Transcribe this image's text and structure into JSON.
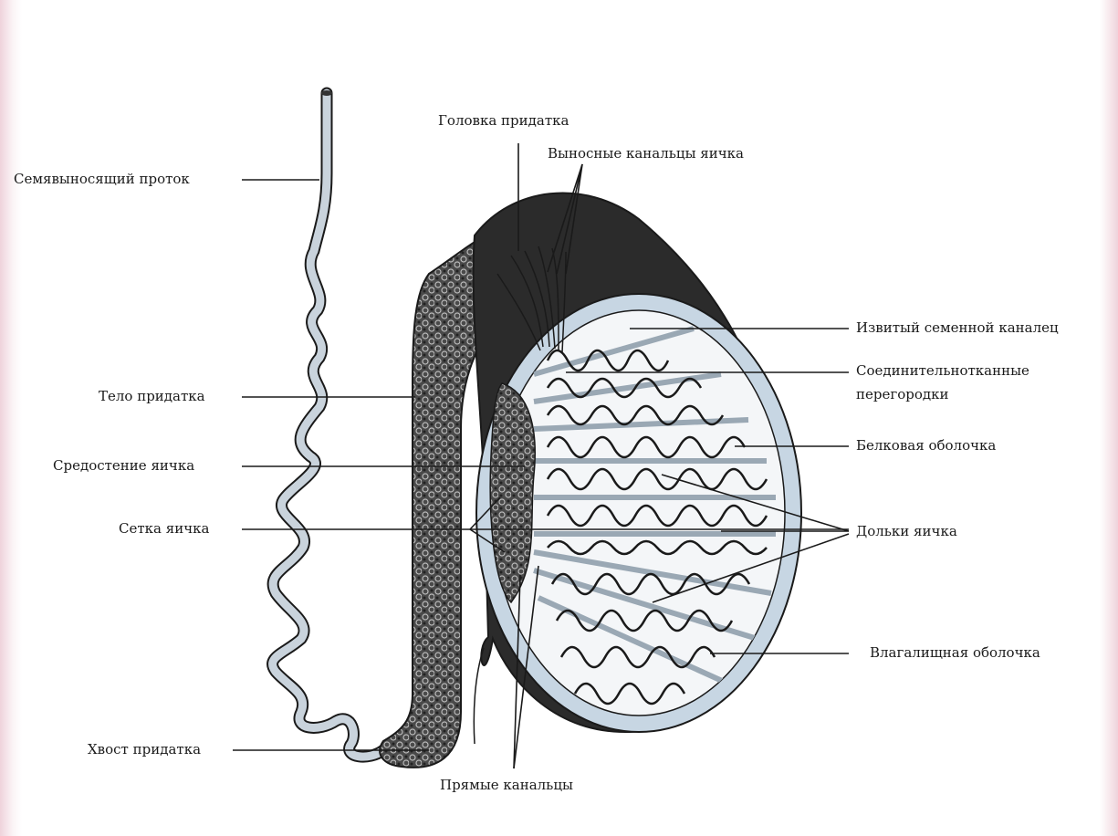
{
  "labels": {
    "vas_deferens": "Семявыносящий проток",
    "head_epididymis": "Головка придатка",
    "efferent_ducts": "Выносные канальцы яичка",
    "convoluted_tubule": "Извитый семенной каналец",
    "septa_line1": "Соединительнотканные",
    "septa_line2": "перегородки",
    "body_epididymis": "Тело придатка",
    "tunica_albuginea": "Белковая оболочка",
    "mediastinum": "Средостение яичка",
    "rete_testis": "Сетка яичка",
    "lobules": "Дольки яичка",
    "tunica_vaginalis": "Влагалищная  оболочка",
    "tail_epididymis": "Хвост придатка",
    "straight_tubules": "Прямые канальцы"
  },
  "colors": {
    "outline": "#1a1a1a",
    "tube_fill": "#c9d3dc",
    "tunica_fill": "#c7d6e3",
    "lobule_fill": "#f4f6f8",
    "dark_shell": "#2b2b2b",
    "epididymis": "#3a3a3a"
  }
}
